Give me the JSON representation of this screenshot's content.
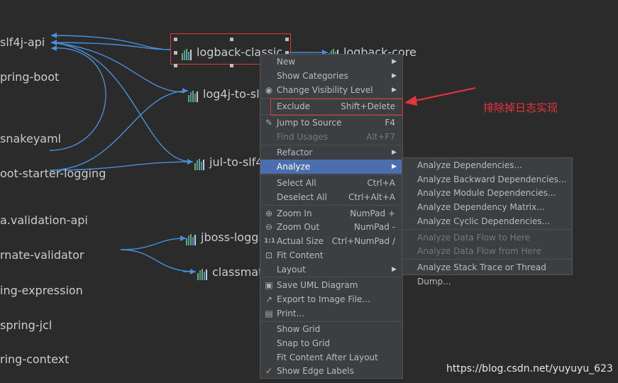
{
  "nodes": {
    "slf4j": "slf4j-api",
    "spring_boot": "pring-boot",
    "snakeyaml": "snakeyaml",
    "starter_logging": "oot-starter-logging",
    "validation": "a.validation-api",
    "validator": "rnate-validator",
    "expression": "ing-expression",
    "jcl": "spring-jcl",
    "context": "ring-context",
    "logback_classic": "logback-classic",
    "logback_core": "logback-core",
    "log4j_to_slf": "log4j-to-sl",
    "jul_to_slf": "jul-to-slf4",
    "jboss": "jboss-loggi",
    "classmate": "classmat"
  },
  "menu": {
    "new": "New",
    "show_categories": "Show Categories",
    "change_visibility": "Change Visibility Level",
    "exclude": "Exclude",
    "exclude_sc": "Shift+Delete",
    "jump_to_source": "Jump to Source",
    "jump_sc": "F4",
    "find_usages": "Find Usages",
    "find_sc": "Alt+F7",
    "refactor": "Refactor",
    "analyze": "Analyze",
    "select_all": "Select All",
    "select_all_sc": "Ctrl+A",
    "deselect_all": "Deselect All",
    "deselect_all_sc": "Ctrl+Alt+A",
    "zoom_in": "Zoom In",
    "zoom_in_sc": "NumPad +",
    "zoom_out": "Zoom Out",
    "zoom_out_sc": "NumPad -",
    "actual_size": "Actual Size",
    "actual_size_sc": "Ctrl+NumPad /",
    "fit_content": "Fit Content",
    "layout": "Layout",
    "save_uml": "Save UML Diagram",
    "export_image": "Export to Image File...",
    "print": "Print...",
    "show_grid": "Show Grid",
    "snap_to_grid": "Snap to Grid",
    "fit_after_layout": "Fit Content After Layout",
    "show_edge_labels": "Show Edge Labels"
  },
  "submenu": {
    "deps": "Analyze Dependencies...",
    "backward": "Analyze Backward Dependencies...",
    "module": "Analyze Module Dependencies...",
    "matrix": "Analyze Dependency Matrix...",
    "cyclic": "Analyze Cyclic Dependencies...",
    "flow_to": "Analyze Data Flow to Here",
    "flow_from": "Analyze Data Flow from Here",
    "stack": "Analyze Stack Trace or Thread Dump..."
  },
  "annotation": "排除掉日志实现",
  "watermark": "https://blog.csdn.net/yuyuyu_623",
  "colors": {
    "background": "#2b2b2b",
    "edge": "#4a90d9",
    "highlight_red": "#d83a3a",
    "menu_bg": "#3c3f41",
    "active_item": "#4b6eaf"
  }
}
